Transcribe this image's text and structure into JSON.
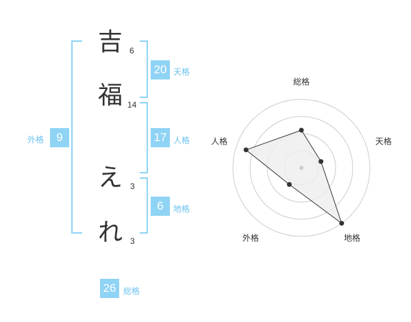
{
  "name_chars": [
    {
      "char": "吉",
      "strokes": "6"
    },
    {
      "char": "福",
      "strokes": "14"
    },
    {
      "char": "え",
      "strokes": "3"
    },
    {
      "char": "れ",
      "strokes": "3"
    }
  ],
  "fortunes": {
    "tenkaku": {
      "value": "20",
      "label": "天格"
    },
    "jinkaku": {
      "value": "17",
      "label": "人格"
    },
    "chikaku": {
      "value": "6",
      "label": "地格"
    },
    "gaikaku": {
      "value": "9",
      "label": "外格"
    },
    "soukaku": {
      "value": "26",
      "label": "総格"
    }
  },
  "chart_data": {
    "type": "radar",
    "axes": [
      "総格",
      "天格",
      "地格",
      "外格",
      "人格"
    ],
    "values": [
      0.55,
      0.3,
      1.0,
      0.3,
      0.85
    ],
    "rmax": 1,
    "rings": 4,
    "colors": {
      "fill": "#eeeeee",
      "stroke": "#333333",
      "grid": "#cccccc",
      "center": "#cccccc"
    }
  }
}
